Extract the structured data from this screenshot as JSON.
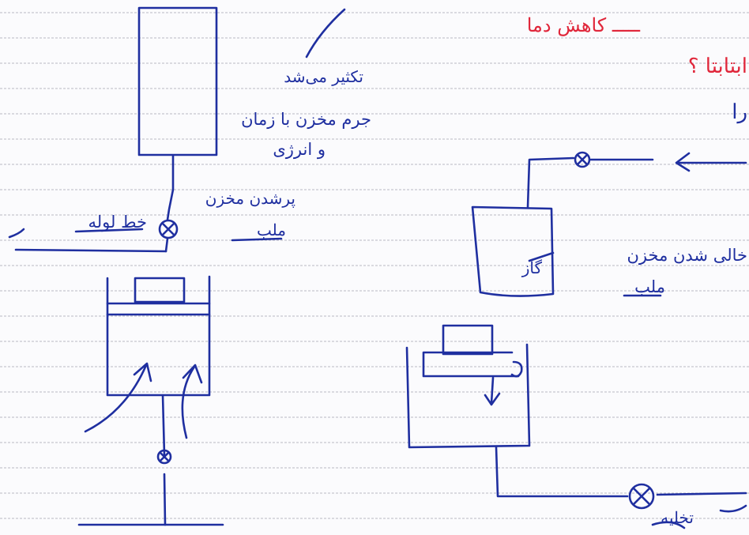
{
  "colors": {
    "ink": "#1f2fa0",
    "ink_red": "#e0263a",
    "ruling": "#b9b9c4",
    "paper": "#fbfbfd"
  },
  "notes": {
    "top_red_line": "ـــــ کاهش دما",
    "side_red_heading": "ابتابتا ؟",
    "side_partial": "را",
    "expands_label": "تکثیر می‌شد",
    "mass_line": "جرم مخزن با زمان",
    "energy_line": "و انرژی",
    "filling_line1": "پرشدن مخزن",
    "filling_line2": "ملب",
    "pipeline_label": "خط لوله",
    "emptying_line1": "خالی شدن مخزن",
    "emptying_line2": "ملب",
    "gas_label": "گاز",
    "discharge_label": "تخلیه"
  },
  "icons": {
    "valve": "valve-symbol",
    "arrow": "flow-arrow"
  }
}
